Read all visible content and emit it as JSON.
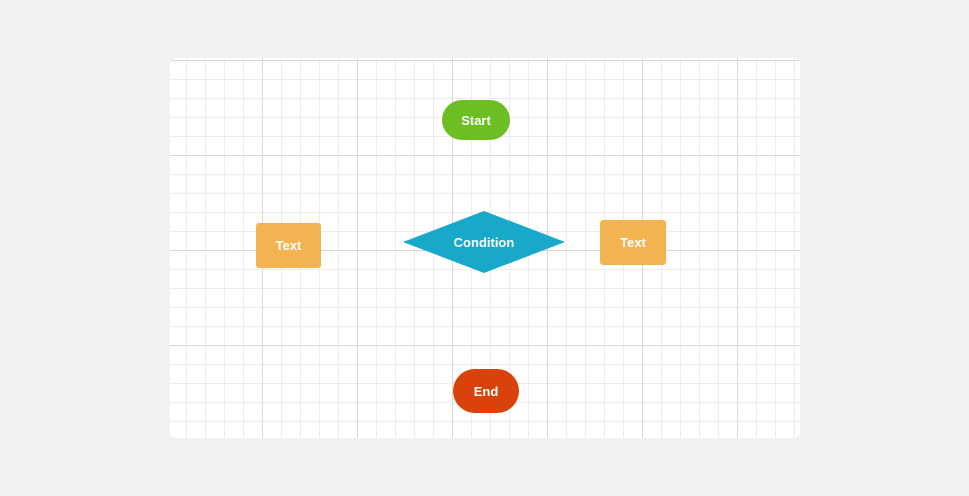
{
  "page": {
    "background_color": "#f1f1ef"
  },
  "canvas": {
    "background_color": "#ffffff",
    "grid_minor_color": "#ececec",
    "grid_major_color": "#d9d9d9"
  },
  "nodes": {
    "start": {
      "label": "Start",
      "shape": "stadium",
      "color": "#6cbe22",
      "text_color": "#ffffff"
    },
    "condition": {
      "label": "Condition",
      "shape": "diamond",
      "color": "#18a8c9",
      "text_color": "#ffffff"
    },
    "text_left": {
      "label": "Text",
      "shape": "rect",
      "color": "#f4b351",
      "text_color": "#ffffff"
    },
    "text_right": {
      "label": "Text",
      "shape": "rect",
      "color": "#f4b351",
      "text_color": "#ffffff"
    },
    "end": {
      "label": "End",
      "shape": "stadium",
      "color": "#d9420b",
      "text_color": "#ffffff"
    }
  }
}
